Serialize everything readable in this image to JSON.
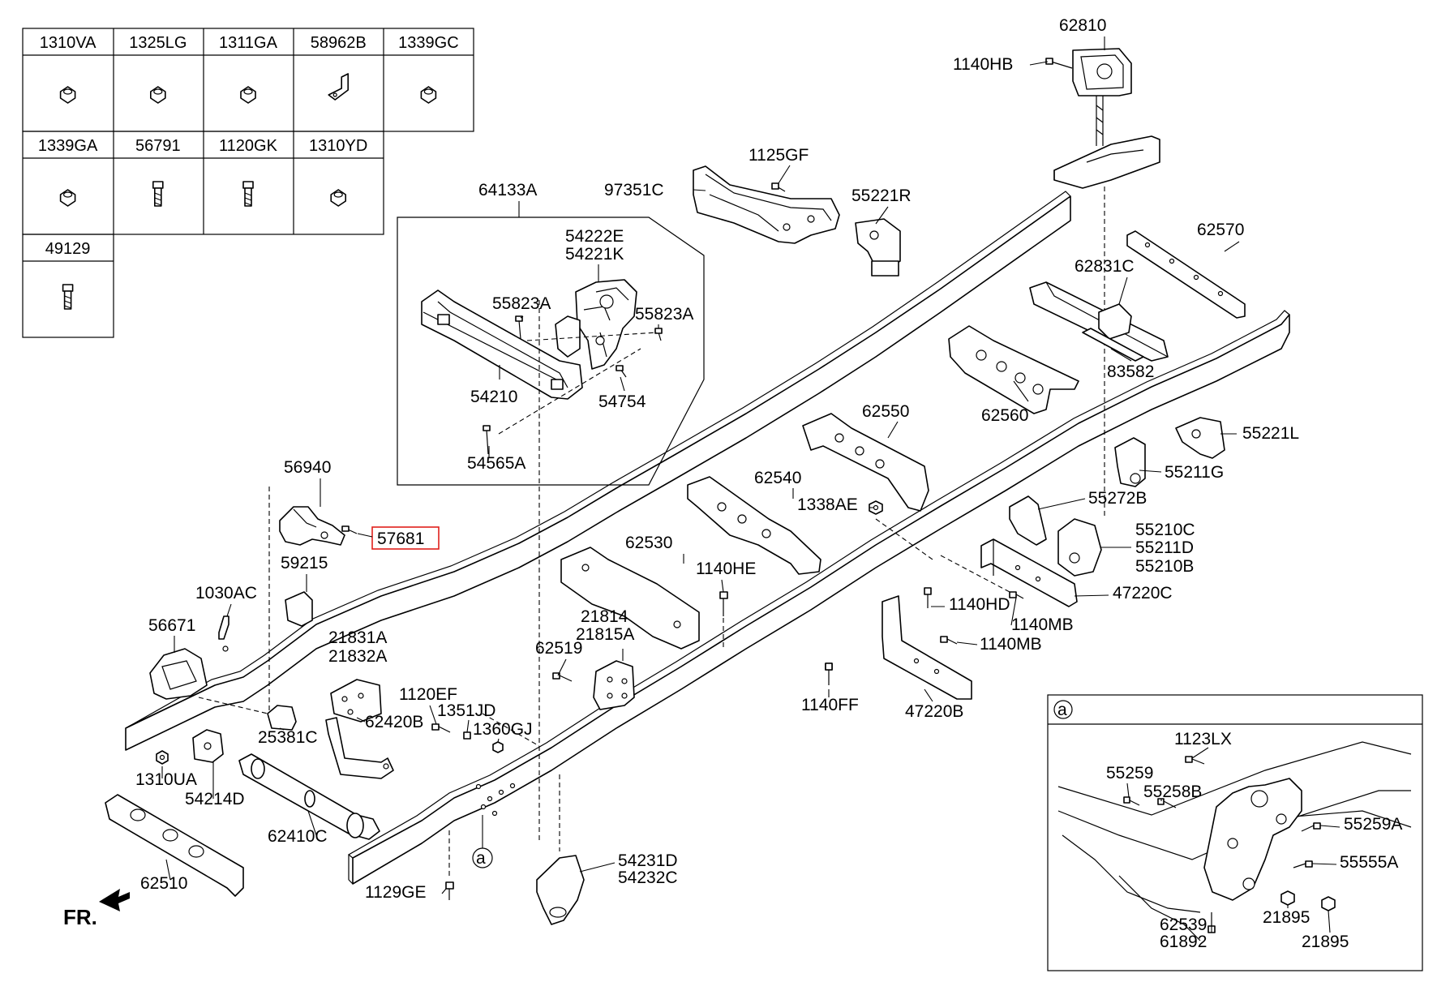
{
  "legend_rows": [
    [
      "1310VA",
      "1325LG",
      "1311GA",
      "58962B",
      "1339GC"
    ],
    [
      "1339GA",
      "56791",
      "1120GK",
      "1310YD"
    ],
    [
      "49129"
    ]
  ],
  "legend_icons": [
    [
      "hex-nut-icon",
      "hex-nut-icon",
      "hex-nut-icon",
      "bracket-icon",
      "hex-nut-icon"
    ],
    [
      "hex-nut-icon",
      "bolt-icon",
      "bolt-icon",
      "hex-nut-icon"
    ],
    [
      "bolt-icon"
    ]
  ],
  "highlight_color": "#e0201c",
  "highlighted_part": "57681",
  "callouts": {
    "c62810": "62810",
    "c1140HB": "1140HB",
    "c1125GF": "1125GF",
    "c97351C": "97351C",
    "c55221R": "55221R",
    "c64133A": "64133A",
    "c54222E": "54222E",
    "c54221K": "54221K",
    "c55823A_l": "55823A",
    "c55823A_r": "55823A",
    "c54210": "54210",
    "c54754": "54754",
    "c54565A": "54565A",
    "c62570": "62570",
    "c62831C": "62831C",
    "c83582": "83582",
    "c62560": "62560",
    "c62550": "62550",
    "c55221L": "55221L",
    "c55211G": "55211G",
    "c56940": "56940",
    "c62540": "62540",
    "c1338AE": "1338AE",
    "c55272B": "55272B",
    "c55210C": "55210C",
    "c55211D": "55211D",
    "c55210B": "55210B",
    "c62530": "62530",
    "c59215": "59215",
    "c1140HE": "1140HE",
    "c47220C": "47220C",
    "c1030AC": "1030AC",
    "c1140HD": "1140HD",
    "c1140MB_a": "1140MB",
    "c1140MB_b": "1140MB",
    "c56671": "56671",
    "c21814": "21814",
    "c21815A": "21815A",
    "c21831A": "21831A",
    "c21832A": "21832A",
    "c62519": "62519",
    "c1120EF": "1120EF",
    "c1351JD": "1351JD",
    "c1360GJ": "1360GJ",
    "c62420B": "62420B",
    "c1140FF": "1140FF",
    "c47220B": "47220B",
    "c25381C": "25381C",
    "c1310UA": "1310UA",
    "c54214D": "54214D",
    "c62410C": "62410C",
    "c62510": "62510",
    "c54231D": "54231D",
    "c54232C": "54232C",
    "c1129GE": "1129GE",
    "ref_a": "a"
  },
  "inset": {
    "tag": "a",
    "labels": {
      "i1123LX": "1123LX",
      "i55259": "55259",
      "i55258B": "55258B",
      "i55259A": "55259A",
      "i55555A": "55555A",
      "i62539": "62539",
      "i61892": "61892",
      "i21895_a": "21895",
      "i21895_b": "21895"
    }
  },
  "front_marker": "FR."
}
